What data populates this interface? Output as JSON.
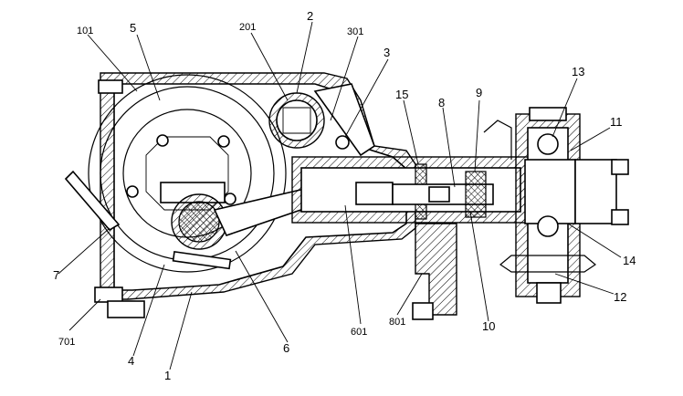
{
  "labels": {
    "l101": "101",
    "l5": "5",
    "l201": "201",
    "l2": "2",
    "l301": "301",
    "l3": "3",
    "l15": "15",
    "l8": "8",
    "l9": "9",
    "l13": "13",
    "l11": "11",
    "l7": "7",
    "l701": "701",
    "l4": "4",
    "l1": "1",
    "l6": "6",
    "l601": "601",
    "l801": "801",
    "l10": "10",
    "l14": "14",
    "l12": "12"
  }
}
